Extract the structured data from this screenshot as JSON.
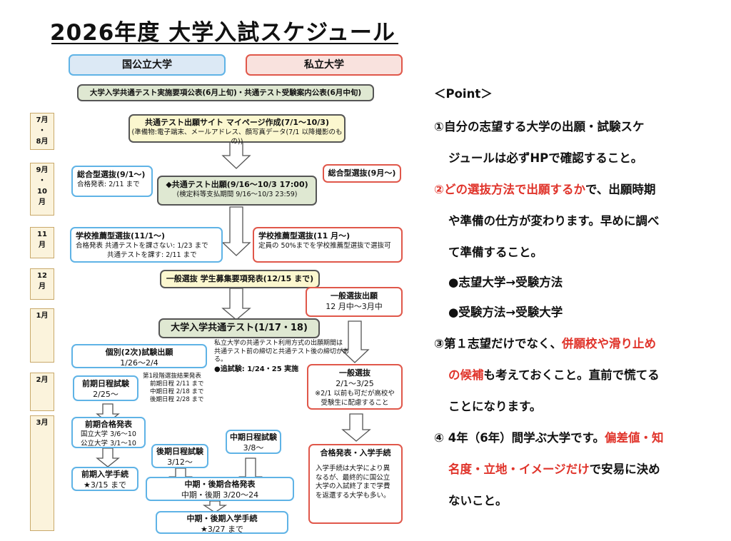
{
  "title": "2026年度 大学入試スケジュール",
  "headers": {
    "public": "国公立大学",
    "private": "私立大学"
  },
  "top_banner": "大学入学共通テスト実施要項公表(6月上旬)・共通テスト受験案内公表(6月中旬)",
  "months": [
    "7月\n・\n8月",
    "9月\n・\n10\n月",
    "11\n月",
    "12\n月",
    "1月",
    "2月",
    "3月"
  ],
  "boxes": {
    "mypage_title": "共通テスト出願サイト マイページ作成(7/1〜10/3)",
    "mypage_sub": "(準備物:電子端末、メールアドレス、顔写真データ(7/1 以降撮影のもの))",
    "ao_public_title": "総合型選抜(9/1〜)",
    "ao_public_sub": "合格発表: 2/11 まで",
    "ct_apply_title": "◆共通テスト出願(9/16〜10/3 17:00)",
    "ct_apply_sub": "(検定料等支払期間 9/16〜10/3 23:59)",
    "ao_private": "総合型選抜(9月〜)",
    "rec_public_title": "学校推薦型選抜(11/1〜)",
    "rec_public_l1": "合格発表 共通テストを課さない: 1/23 まで",
    "rec_public_l2": "共通テストを課す: 2/11 まで",
    "rec_private_title": "学校推薦型選抜(11 月〜)",
    "rec_private_sub": "定員の 50%までを学校推薦型選抜で選抜可",
    "general_pub": "一般選抜 学生募集要項発表(12/15 まで)",
    "general_apply_title": "一般選抜出願",
    "general_apply_sub": "12 月中〜3月中",
    "ct_exam": "大学入学共通テスト(1/17・18)",
    "ct_note_l1": "私立大学の共通テスト利用方式の出願期間は",
    "ct_note_l2": "共通テスト前の締切と共通テスト後の締切がある。",
    "ct_note_l3": "●追試験: 1/24・25 実施",
    "kobetsu_title": "個別(2次)試験出願",
    "kobetsu_sub": "1/26〜2/4",
    "gen_private_title": "一般選抜",
    "gen_private_l1": "2/1〜3/25",
    "gen_private_l2": "※2/1 以前も可だが高校や",
    "gen_private_l3": "受験生に配慮すること",
    "zenki_title": "前期日程試験",
    "zenki_sub": "2/25〜",
    "first_stage_l1": "第1段階選抜結果発表",
    "first_stage_l2": "前期日程 2/11 まで",
    "first_stage_l3": "中期日程 2/18 まで",
    "first_stage_l4": "後期日程 2/28 まで",
    "zenki_result_title": "前期合格発表",
    "zenki_result_l1": "国立大学 3/6〜10",
    "zenki_result_l2": "公立大学 3/1〜10",
    "chuki_exam_title": "中期日程試験",
    "chuki_exam_sub": "3/8〜",
    "koki_exam_title": "後期日程試験",
    "koki_exam_sub": "3/12〜",
    "result_private_title": "合格発表・入学手続",
    "result_private_body": "入学手続は大学により異なるが、最終的に国公立大学の入試終了まで学費を返還する大学も多い。",
    "zenki_enroll_title": "前期入学手続",
    "zenki_enroll_sub": "★3/15 まで",
    "chuki_koki_result_title": "中期・後期合格発表",
    "chuki_koki_result_sub": "中期・後期 3/20〜24",
    "chuki_koki_enroll_title": "中期・後期入学手続",
    "chuki_koki_enroll_sub": "★3/27 まで"
  },
  "point": {
    "heading": "＜Point＞",
    "p1_l1": "①自分の志望する大学の出願・試験スケ",
    "p1_l2": "ジュールは必ずHPで確認すること。",
    "p2_red": "②どの選抜方法で出願するか",
    "p2_rest": "で、出願時期",
    "p2_l2": "や準備の仕方が変わります。早めに調べ",
    "p2_l3": "て準備すること。",
    "p2_l4": "●志望大学→受験方法",
    "p2_l5": "●受験方法→受験大学",
    "p3_a": "③第１志望だけでなく、",
    "p3_red1": "併願校や滑り止め",
    "p3_red2": "の候補",
    "p3_b": "も考えておくこと。直前で慌てる",
    "p3_l3": "ことになります。",
    "p4_a": "④ 4年（6年）間学ぶ大学です。",
    "p4_red1": "偏差値・知",
    "p4_red2": "名度・立地・イメージだけ",
    "p4_b": "で安易に決め",
    "p4_l3": "ないこと。"
  },
  "colors": {
    "accent_red": "#e0342b",
    "blue_border": "#5fb3e6",
    "red_border": "#e0574a"
  }
}
